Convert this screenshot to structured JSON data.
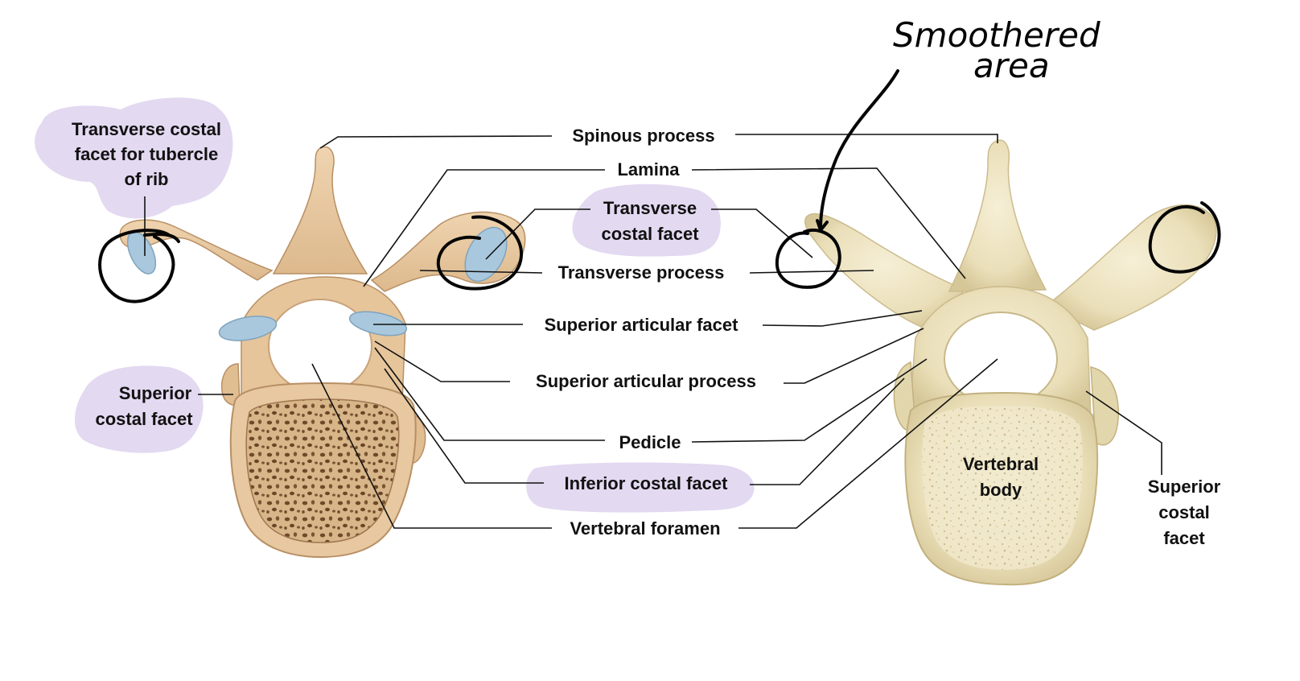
{
  "labels": {
    "transverse_costal_facet_for_tubercle": [
      "Transverse costal",
      "facet for tubercle",
      "of rib"
    ],
    "superior_costal_facet_left": [
      "Superior",
      "costal facet"
    ],
    "spinous_process": "Spinous process",
    "lamina": "Lamina",
    "transverse_costal_facet": [
      "Transverse",
      "costal facet"
    ],
    "transverse_process": "Transverse process",
    "superior_articular_facet": "Superior articular facet",
    "superior_articular_process": "Superior articular process",
    "pedicle": "Pedicle",
    "inferior_costal_facet": "Inferior costal facet",
    "vertebral_foramen": "Vertebral foramen",
    "vertebral_body": [
      "Vertebral",
      "body"
    ],
    "superior_costal_facet_right": [
      "Superior",
      "costal",
      "facet"
    ]
  },
  "handwriting": {
    "note": [
      "Smoothered",
      "area"
    ]
  },
  "colors": {
    "highlight": "#e3d9f1",
    "bone_illustration": "#e8c9a2",
    "bone_illustration_shadow": "#c9a27a",
    "articular_facet": "#a9c8de",
    "bone_photo": "#efe6c6",
    "bone_photo_shadow": "#d3c59b",
    "ink": "#050505"
  }
}
